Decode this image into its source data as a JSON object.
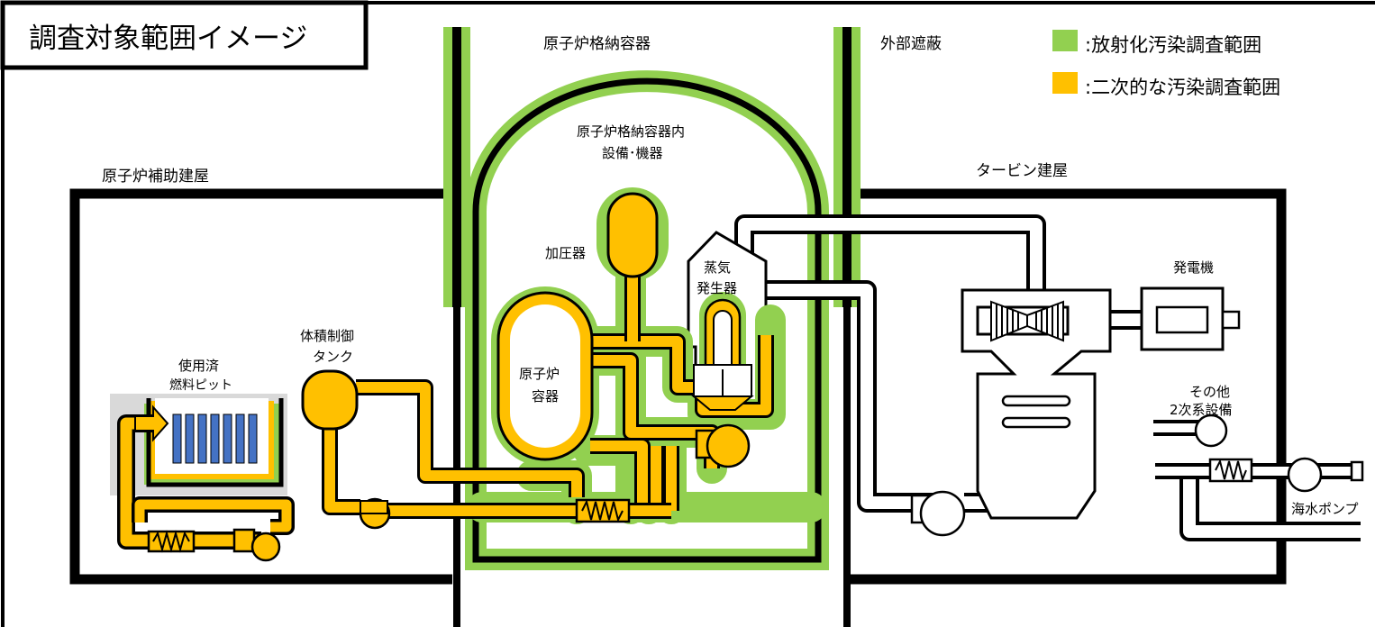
{
  "title": "調査対象範囲イメージ",
  "legend": {
    "items": [
      {
        "label": ":放射化汚染調査範囲",
        "color": "#92D050"
      },
      {
        "label": ":二次的な汚染調査範囲",
        "color": "#FFC000"
      }
    ]
  },
  "buildings": {
    "containment": "原子炉格納容器",
    "shield": "外部遮蔽",
    "auxiliary": "原子炉補助建屋",
    "turbine": "タービン建屋"
  },
  "equipment": {
    "containment_internals_line1": "原子炉格納容器内",
    "containment_internals_line2": "設備･機器",
    "pressurizer": "加圧器",
    "steam_generator_line1": "蒸気",
    "steam_generator_line2": "発生器",
    "reactor_vessel_line1": "原子炉",
    "reactor_vessel_line2": "容器",
    "vct_line1": "体積制御",
    "vct_line2": "タンク",
    "spent_fuel_line1": "使用済",
    "spent_fuel_line2": "燃料ピット",
    "generator": "発電機",
    "other_line1": "その他",
    "other_line2": "2次系設備",
    "seawater_pump": "海水ポンプ"
  },
  "colors": {
    "activated": "#92D050",
    "secondary": "#FFC000",
    "fuel": "#4472C4",
    "pool_bg": "#D9D9D9",
    "line": "#000000"
  }
}
